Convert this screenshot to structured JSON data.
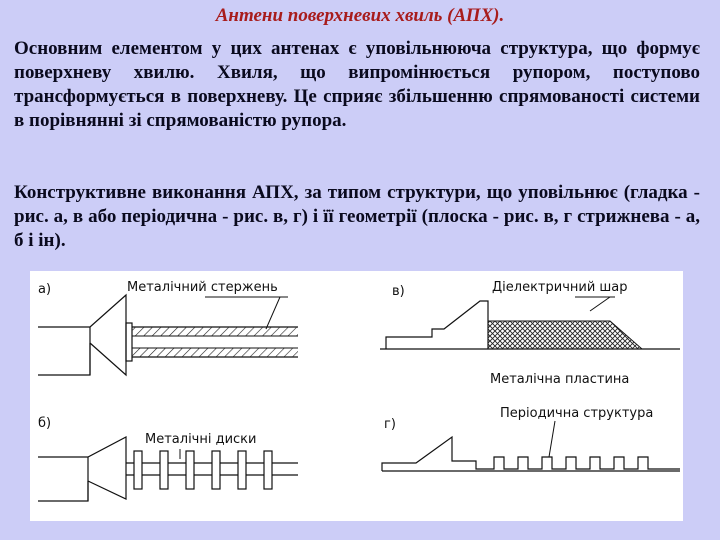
{
  "title": "Антени поверхневих хвиль (АПХ).",
  "paragraphs": [
    "Основним елементом у цих антенах є уповільнююча структура, що формує поверхневу хвилю. Хвиля, що випромінюється рупором, поступово трансформується в поверхневу. Це сприяє збільшенню спрямованості системи в порівнянні зі спрямованістю рупора.",
    "Конструктивне виконання АПХ, за типом структури, що уповільнює (гладка - рис. а, в або періодична - рис. в, г) і її геометрії (плоска - рис. в, г стрижнева - а, б і ін)."
  ],
  "figure": {
    "panels": [
      {
        "letter": "а)",
        "caption": "Металічний стержень"
      },
      {
        "letter": "б)",
        "caption": "Металічні диски"
      },
      {
        "letter": "в)",
        "caption": "Діелектричний шар",
        "caption2": "Металічна пластина"
      },
      {
        "letter": "г)",
        "caption": "Періодична структура"
      }
    ]
  }
}
